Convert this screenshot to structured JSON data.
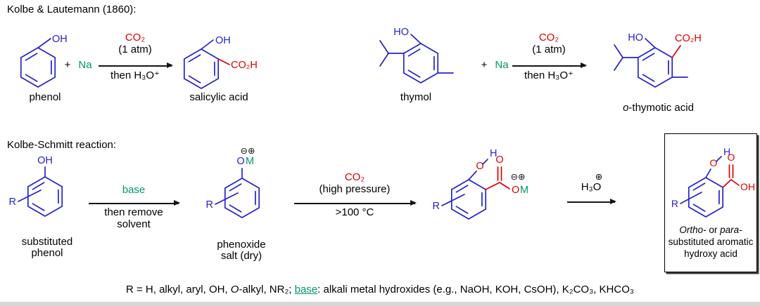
{
  "colors": {
    "structure_blue": "#2323cc",
    "highlight_red": "#dd0000",
    "reagent_green": "#009966",
    "text_black": "#000000"
  },
  "row1": {
    "title": "Kolbe & Lautemann (1860):",
    "phenol": {
      "oh": "OH",
      "name": "phenol"
    },
    "plus1": "+",
    "na1": "Na",
    "arrow1": {
      "top1": "CO₂",
      "top2": "(1 atm)",
      "bottom": "then H₃O⁺"
    },
    "salicylic": {
      "oh": "OH",
      "co2h": "CO₂H",
      "name": "salicylic acid"
    },
    "thymol": {
      "ho": "HO",
      "name": "thymol"
    },
    "plus2": "+",
    "na2": "Na",
    "arrow2": {
      "top1": "CO₂",
      "top2": "(1 atm)",
      "bottom": "then H₃O⁺"
    },
    "thymotic": {
      "ho": "HO",
      "co2h": "CO₂H",
      "name_italic": "o",
      "name_rest": "-thymotic acid"
    }
  },
  "row2": {
    "title": "Kolbe-Schmitt reaction:",
    "subst_phenol": {
      "oh": "OH",
      "r": "R",
      "label1": "substituted",
      "label2": "phenol"
    },
    "arrow_base": {
      "top": "base",
      "bottom1": "then remove",
      "bottom2": "solvent"
    },
    "phenoxide": {
      "charges": "⊖⊕",
      "o": "O",
      "m": "M",
      "r": "R",
      "label1": "phenoxide",
      "label2": "salt (dry)"
    },
    "arrow_co2": {
      "top1": "CO₂",
      "top2": "(high pressure)",
      "bottom": ">100 °C"
    },
    "intermediate": {
      "r": "R",
      "o": "O",
      "h": "H",
      "carbonyl_o": "O",
      "charges": "⊖⊕",
      "o2": "O",
      "m": "M"
    },
    "arrow_h3o": {
      "charge": "⊕",
      "label": "H₃O"
    },
    "product": {
      "r": "R",
      "o": "O",
      "h": "H",
      "carbonyl_o": "O",
      "oh": "OH"
    },
    "box_caption": {
      "ortho": "Ortho-",
      "mid": " or ",
      "para": "para-",
      "line2": "substituted aromatic",
      "line3": "hydroxy acid"
    }
  },
  "footnote": {
    "seg1": "R = H, alkyl, aryl, OH, ",
    "o_italic": "O",
    "seg2": "-alkyl, NR₂; ",
    "base_word": "base",
    "seg3": ": alkali metal hydroxides (e.g., NaOH, KOH, CsOH), K₂CO₃, KHCO₃"
  }
}
